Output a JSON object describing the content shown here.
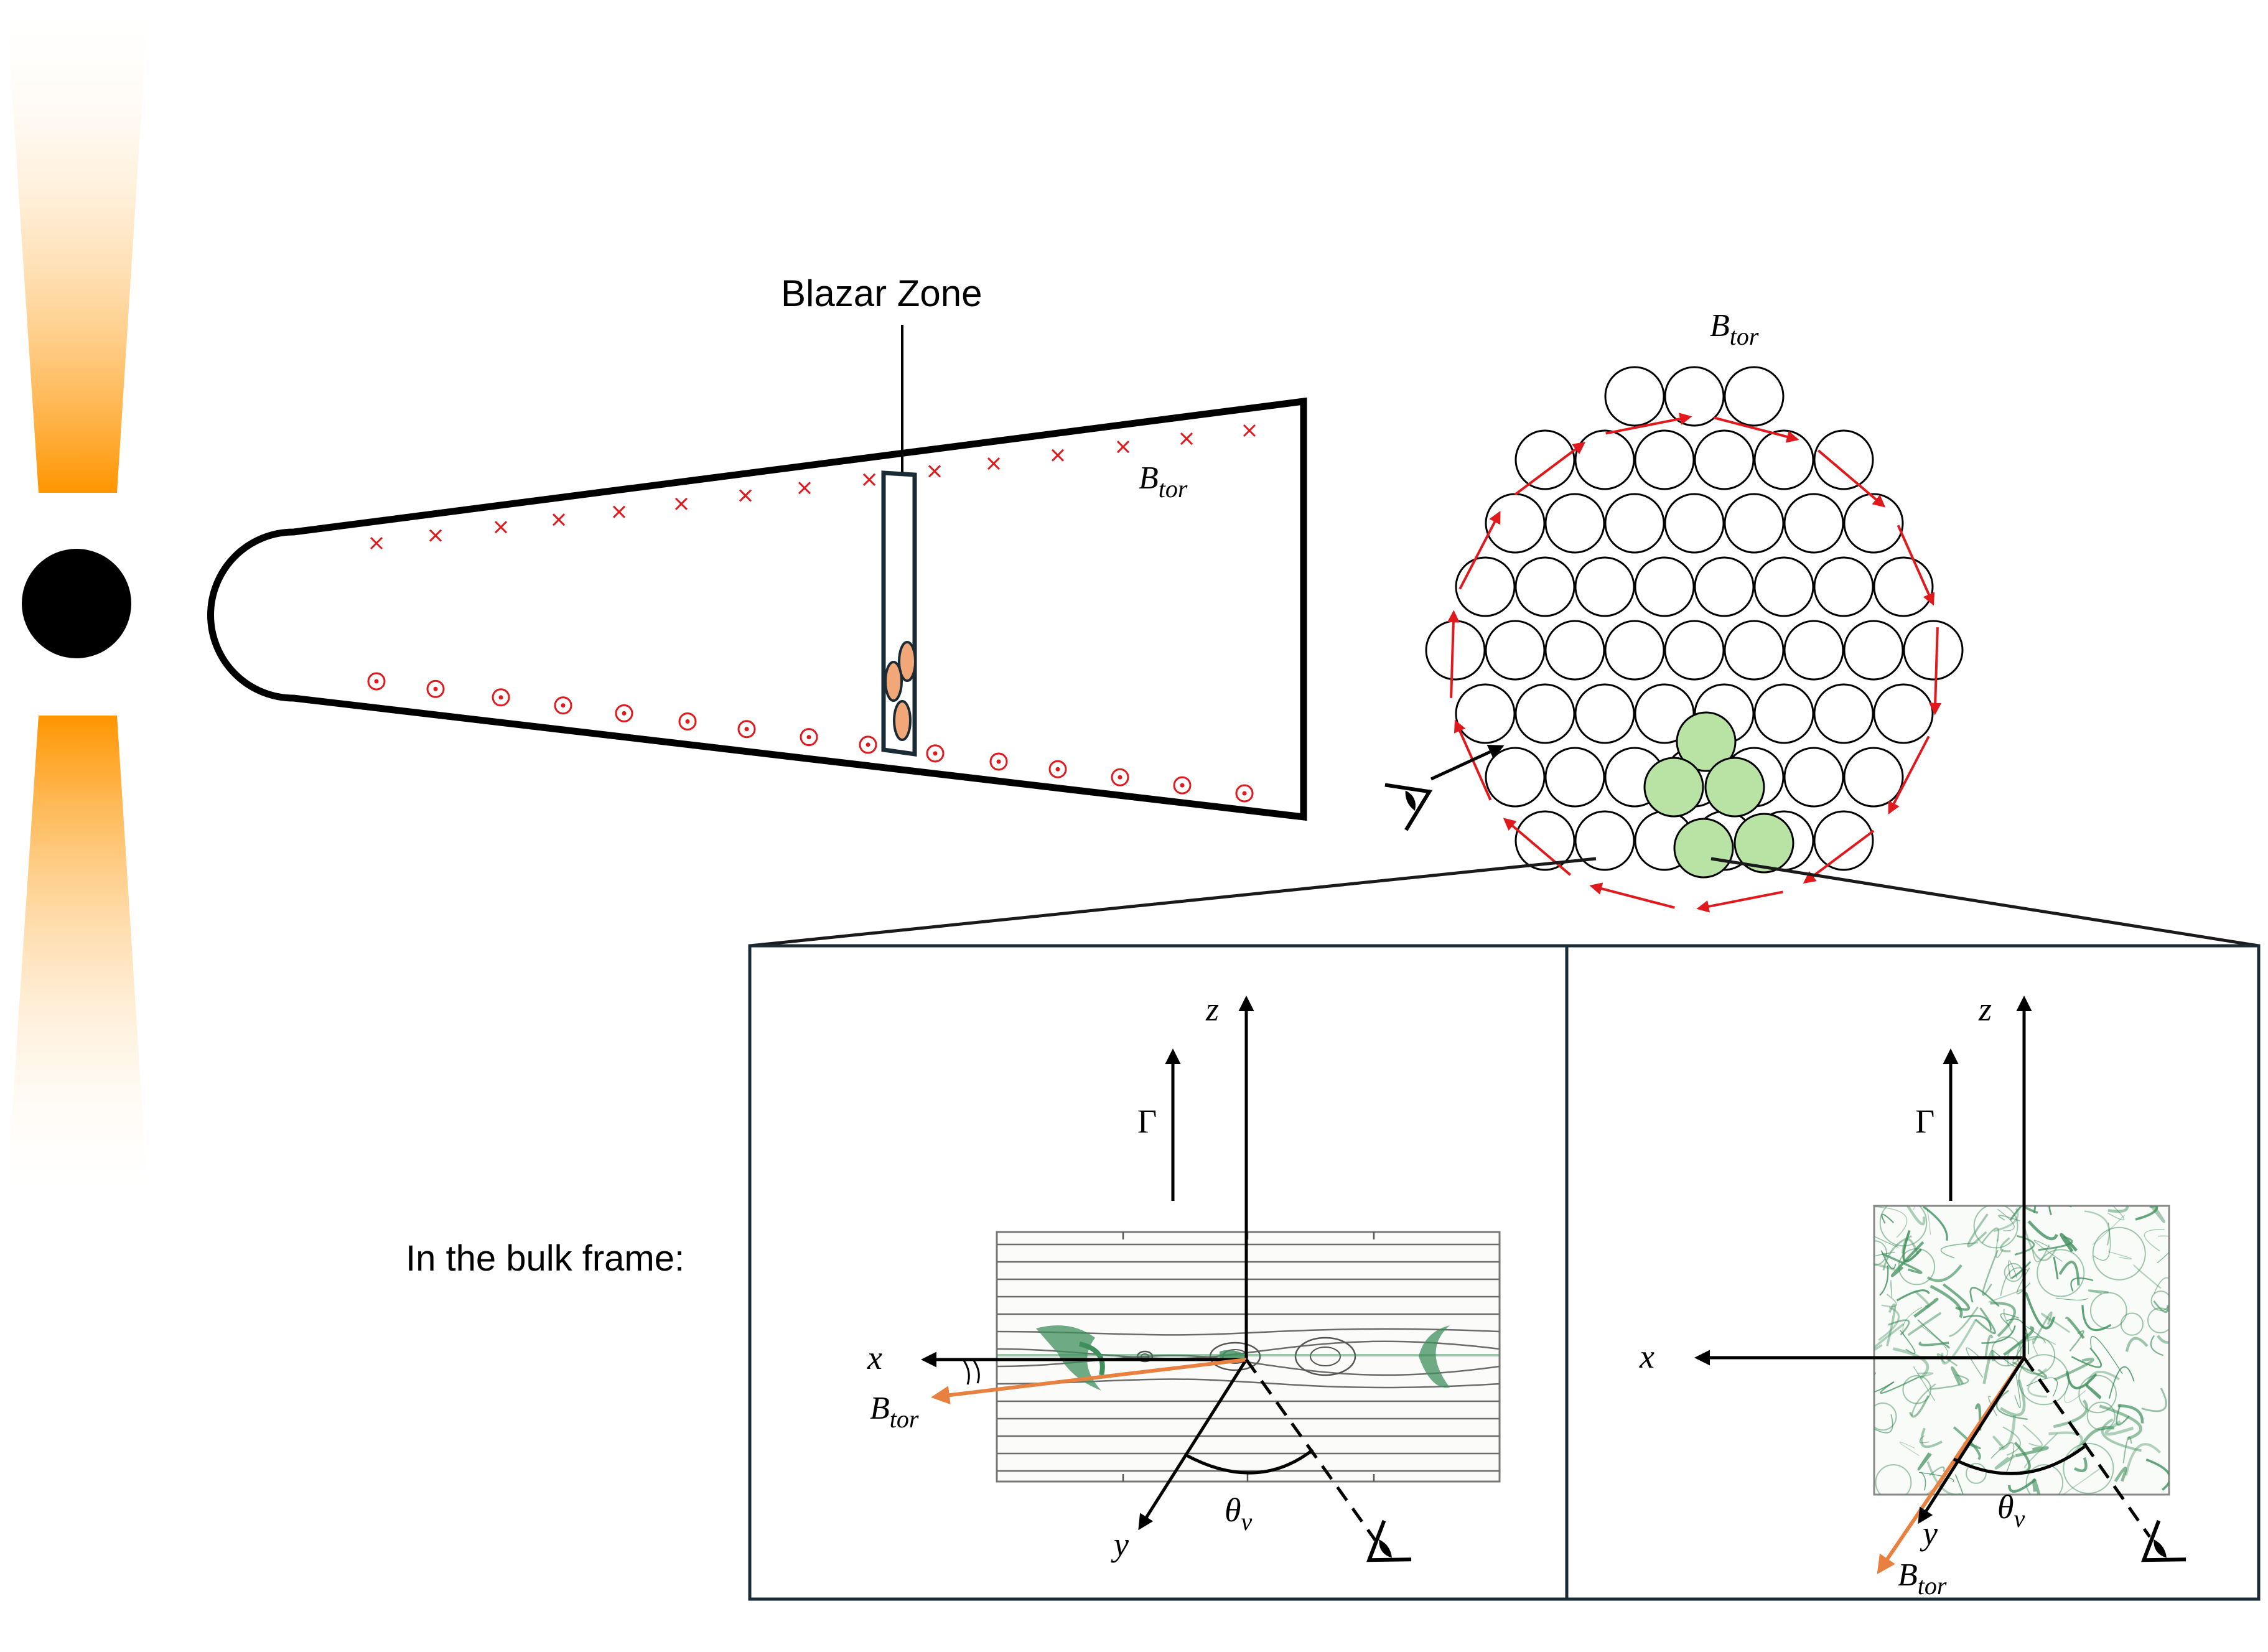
{
  "labels": {
    "blazar_zone": "Blazar Zone",
    "btor_jet": "B",
    "btor_jet_sub": "tor",
    "btor_cross": "B",
    "btor_cross_sub": "tor",
    "bulk_frame": "In the bulk frame:",
    "left_panel": {
      "z": "z",
      "gamma": "Γ",
      "x": "x",
      "y": "y",
      "theta": "θ",
      "theta_sub": "v",
      "btor": "B",
      "btor_sub": "tor"
    },
    "right_panel": {
      "z": "z",
      "gamma": "Γ",
      "x": "x",
      "y": "y",
      "theta": "θ",
      "theta_sub": "v",
      "btor": "B",
      "btor_sub": "tor"
    }
  },
  "colors": {
    "disk_orange": "#ff9500",
    "field_red": "#e0191c",
    "plasmoid_fill": "#f2a778",
    "highlight_green": "#b9e3a5",
    "btor_arrow": "#e8803f",
    "texture_green": "#3f8f5c",
    "black": "#000000"
  },
  "icons": {
    "eye_main": "eye-icon",
    "eye_left": "eye-icon",
    "eye_right": "eye-icon",
    "into_page": "cross-icon",
    "out_of_page": "dot-circle-icon"
  }
}
